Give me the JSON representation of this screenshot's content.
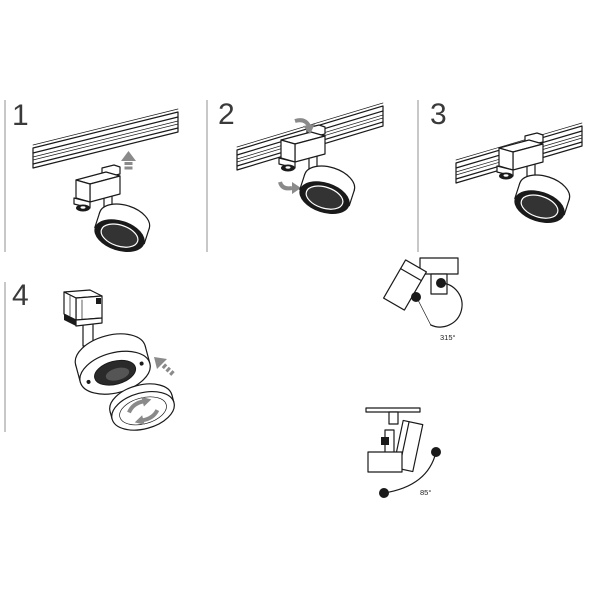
{
  "steps": {
    "step1": {
      "number": "1"
    },
    "step2": {
      "number": "2"
    },
    "step3": {
      "number": "3"
    },
    "step4": {
      "number": "4"
    }
  },
  "rotation": {
    "angle_label": "315°"
  },
  "tilt": {
    "angle_label": "85°"
  },
  "colors": {
    "stroke": "#1a1a1a",
    "divider": "#c8c8c8",
    "arrow": "#8a8a8a",
    "number": "#3a3a3a"
  }
}
